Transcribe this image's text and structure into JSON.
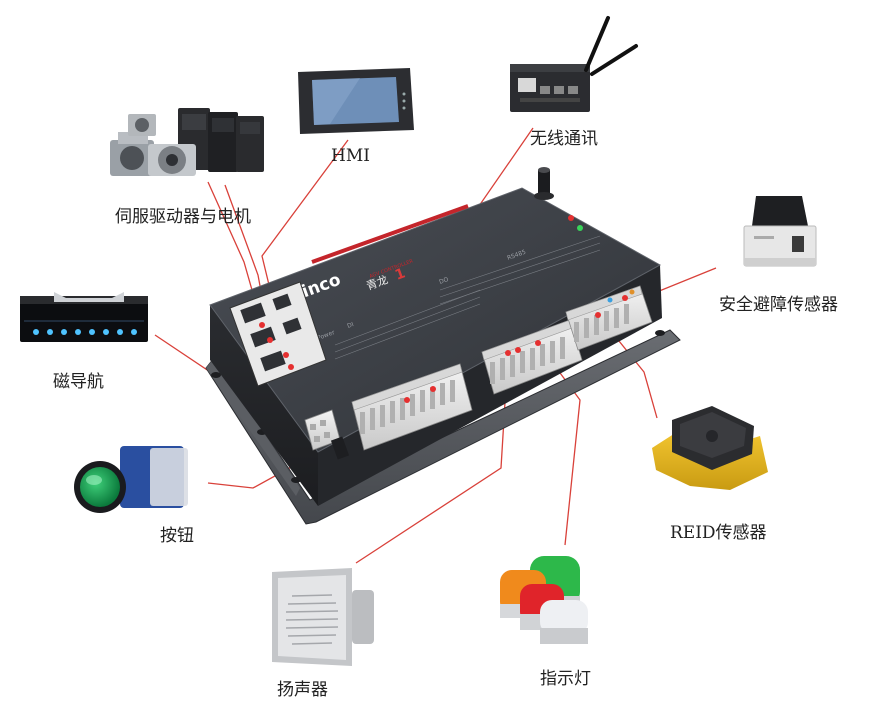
{
  "controller": {
    "brand": "Kinco",
    "model_cn": "青龙",
    "model_num": "1",
    "subtitle": "AGV CONTROLLER",
    "silk": [
      "Power",
      "DI",
      "DO",
      "RS485"
    ]
  },
  "peripherals": [
    {
      "id": "servo",
      "label": "伺服驱动器与电机"
    },
    {
      "id": "hmi",
      "label": "HMI"
    },
    {
      "id": "wireless",
      "label": "无线通讯"
    },
    {
      "id": "safety",
      "label": "安全避障传感器"
    },
    {
      "id": "magnetic",
      "label": "磁导航"
    },
    {
      "id": "button",
      "label": "按钮"
    },
    {
      "id": "rfid",
      "label": "REID传感器"
    },
    {
      "id": "speaker",
      "label": "扬声器"
    },
    {
      "id": "lamp",
      "label": "指示灯"
    }
  ],
  "colors": {
    "connector_line": "#d9413a",
    "controller_body": "#3a3d42",
    "accent_red": "#c4252b"
  }
}
